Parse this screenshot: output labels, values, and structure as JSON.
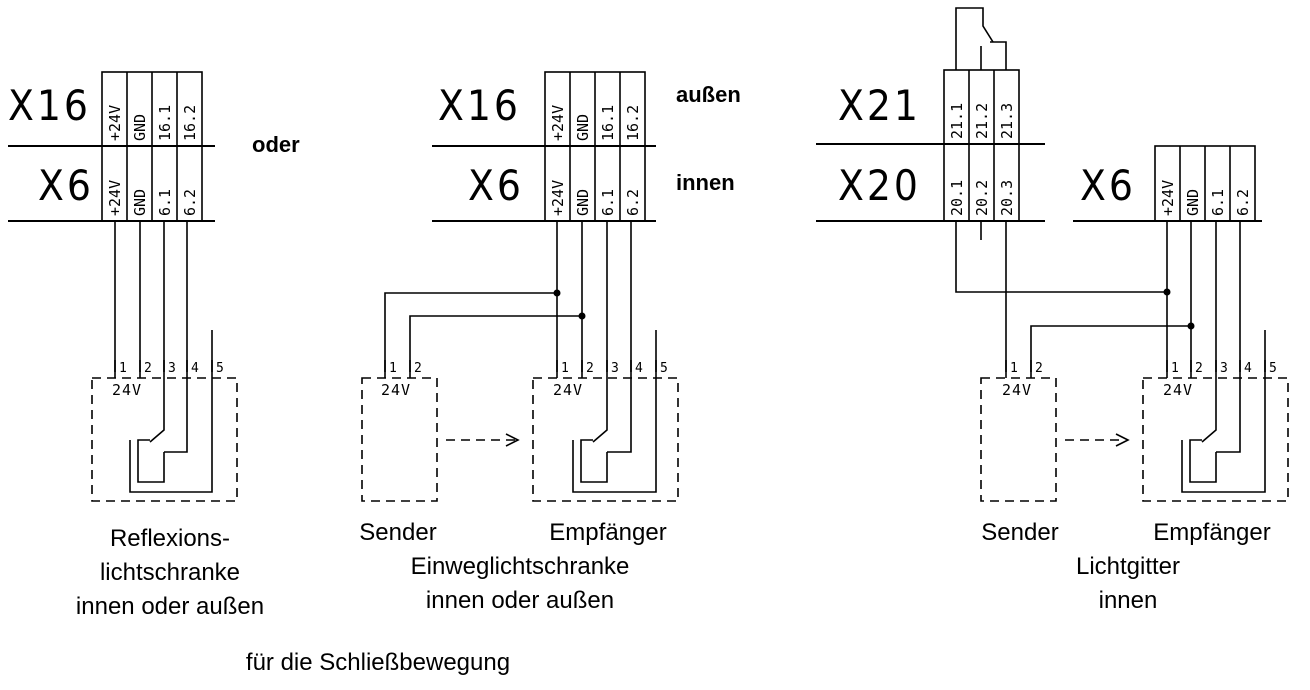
{
  "connectors": {
    "left_top": "X16",
    "left_bottom": "X6",
    "mid_top": "X16",
    "mid_bottom": "X6",
    "right_top": "X21",
    "right_mid": "X20",
    "right_x6": "X6"
  },
  "pins": {
    "x16": [
      "+24V",
      "GND",
      "16.1",
      "16.2"
    ],
    "x6": [
      "+24V",
      "GND",
      "6.1",
      "6.2"
    ],
    "x21": [
      "21.1",
      "21.2",
      "21.3"
    ],
    "x20": [
      "20.1",
      "20.2",
      "20.3"
    ]
  },
  "labels": {
    "oder": "oder",
    "aussen": "außen",
    "innen": "innen",
    "v24": "24V"
  },
  "terminals": {
    "five": [
      "1",
      "2",
      "3",
      "4",
      "5"
    ],
    "two": [
      "1",
      "2"
    ]
  },
  "captions": {
    "reflex_1": "Reflexions-",
    "reflex_2": "lichtschranke",
    "reflex_3": "innen oder außen",
    "sender": "Sender",
    "empfaenger": "Empfänger",
    "einweg_1": "Einweglichtschranke",
    "einweg_2": "innen oder außen",
    "sender_r": "Sender",
    "empfaenger_r": "Empfänger",
    "gitter_1": "Lichtgitter",
    "gitter_2": "innen",
    "footer": "für die Schließbewegung"
  }
}
